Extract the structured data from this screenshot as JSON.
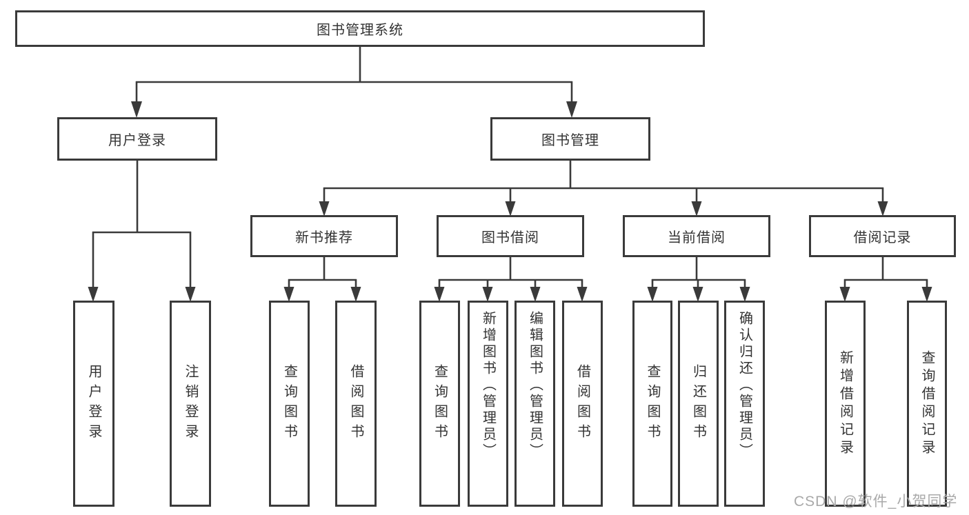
{
  "colors": {
    "line": "#3a3a3a",
    "text": "#333333",
    "background": "#ffffff",
    "watermark": "#a9a9a9"
  },
  "watermark": "CSDN @软件_小贺同学",
  "tree": {
    "root": {
      "label": "图书管理系统"
    },
    "branches": [
      {
        "label": "用户登录",
        "children": [
          {
            "label": "用户登录"
          },
          {
            "label": "注销登录"
          }
        ]
      },
      {
        "label": "图书管理",
        "children": [
          {
            "label": "新书推荐",
            "children": [
              {
                "label": "查询图书"
              },
              {
                "label": "借阅图书"
              }
            ]
          },
          {
            "label": "图书借阅",
            "children": [
              {
                "label": "查询图书"
              },
              {
                "label": "新增图书（管理员）"
              },
              {
                "label": "编辑图书（管理员）"
              },
              {
                "label": "借阅图书"
              }
            ]
          },
          {
            "label": "当前借阅",
            "children": [
              {
                "label": "查询图书"
              },
              {
                "label": "归还图书"
              },
              {
                "label": "确认归还（管理员）"
              }
            ]
          },
          {
            "label": "借阅记录",
            "children": [
              {
                "label": "新增借阅记录"
              },
              {
                "label": "查询借阅记录"
              }
            ]
          }
        ]
      }
    ]
  }
}
